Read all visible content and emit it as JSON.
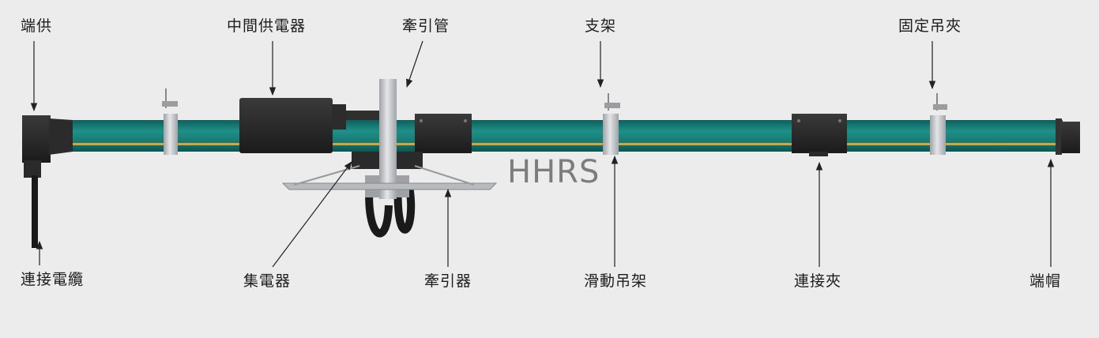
{
  "labels": {
    "end_feed": "端供",
    "middle_feeder": "中間供電器",
    "tow_pipe": "牽引管",
    "bracket": "支架",
    "fixed_clamp": "固定吊夾",
    "connecting_cable": "連接電纜",
    "collector": "集電器",
    "tow_arm": "牽引器",
    "sliding_hanger": "滑動吊架",
    "connecting_clamp": "連接夾",
    "end_cap": "端帽"
  },
  "watermark": "HHRS",
  "colors": {
    "background": "#ececed",
    "rail": "#1f8e86",
    "rail_stripe": "#d6a33c",
    "housing": "#2a2a2a",
    "metal": "#c4c6c9"
  }
}
